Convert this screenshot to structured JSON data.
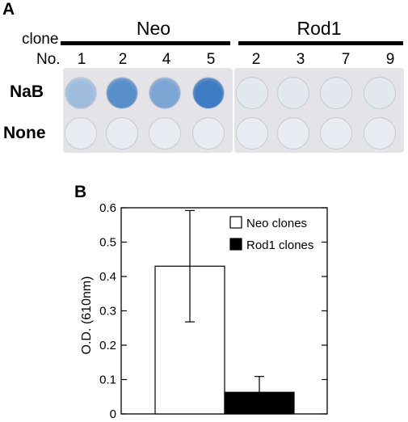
{
  "panel_a": {
    "label": "A",
    "clone_label": "clone",
    "no_label": "No.",
    "groups": [
      {
        "name": "Neo",
        "numbers": [
          "1",
          "2",
          "4",
          "5"
        ]
      },
      {
        "name": "Rod1",
        "numbers": [
          "2",
          "3",
          "7",
          "9"
        ]
      }
    ],
    "rows": [
      "NaB",
      "None"
    ],
    "well_intensity": {
      "NaB": [
        0.45,
        0.85,
        0.65,
        1.0,
        0.08,
        0.08,
        0.08,
        0.08
      ],
      "None": [
        0.05,
        0.05,
        0.05,
        0.05,
        0.05,
        0.05,
        0.05,
        0.05
      ]
    },
    "colors": {
      "blue": "#3d7cc2",
      "plate": "#e4e4e8",
      "empty_well": "#f1f1f3"
    }
  },
  "panel_b": {
    "label": "B"
  },
  "chart_data": {
    "type": "bar",
    "categories": [
      "Neo clones",
      "Rod1 clones"
    ],
    "values": [
      0.43,
      0.063
    ],
    "errors": [
      0.162,
      0.046
    ],
    "ylabel": "O.D. (610nm)",
    "xlabel": "",
    "ylim": [
      0,
      0.6
    ],
    "yticks": [
      0,
      0.1,
      0.2,
      0.3,
      0.4,
      0.5,
      0.6
    ],
    "ytick_labels": [
      "0",
      "0.1",
      "0.2",
      "0.3",
      "0.4",
      "0.5",
      "0.6"
    ],
    "legend": [
      {
        "label": "Neo clones",
        "color": "#ffffff"
      },
      {
        "label": "Rod1 clones",
        "color": "#000000"
      }
    ],
    "legend_position": "top-right",
    "grid": false
  }
}
